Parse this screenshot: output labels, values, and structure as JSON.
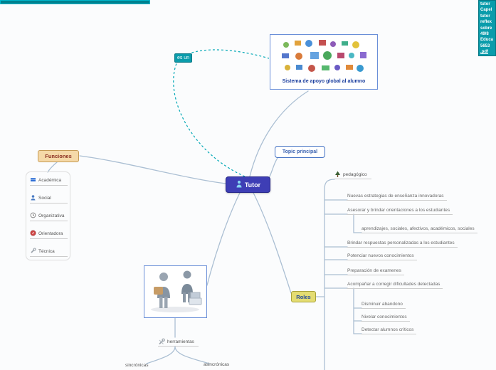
{
  "attachment": {
    "lines": [
      "tutor",
      "Capel",
      "tutor",
      "reflex",
      "sobre",
      "49/8",
      "Educa",
      "5653",
      ".pdf"
    ]
  },
  "nodes": {
    "tutor": {
      "label": "Tutor"
    },
    "relation": {
      "label": "es un"
    },
    "system": {
      "caption": "Sistema de apoyo global al alumno"
    },
    "topic": {
      "label": "Topic principal"
    },
    "funciones": {
      "label": "Funciones",
      "items": [
        {
          "label": "Académica",
          "icon": "book-icon"
        },
        {
          "label": "Social",
          "icon": "person-icon"
        },
        {
          "label": "Organizativa",
          "icon": "clock-icon"
        },
        {
          "label": "Orientadora",
          "icon": "compass-icon"
        },
        {
          "label": "Técnica",
          "icon": "wrench-icon"
        }
      ]
    },
    "roles": {
      "label": "Roles",
      "category": {
        "label": "pedagógico",
        "icon": "tree-icon"
      },
      "items": [
        {
          "text": "Nuevas estrategias  de enseñanza innovadoras"
        },
        {
          "text": "Asesorar y brindar orientaciones a los estudiantes"
        },
        {
          "text": "aprendizajes, sociales, afectivos, académicos, sociales"
        },
        {
          "text": "Brindar respuestas personalizadas a los estudiantes"
        },
        {
          "text": "Potenciar nuevos conocimientos"
        },
        {
          "text": "Preparación de examenes"
        },
        {
          "text": "Acompañar a corregir dificultades detectadas"
        },
        {
          "text": "Disminuir abandono"
        },
        {
          "text": "Nivelar conocimientos"
        },
        {
          "text": "Detectar alumnos críticos"
        }
      ]
    },
    "herramientas": {
      "label": "herramientas",
      "icon": "tools-icon",
      "children": [
        {
          "label": "sincrónicas"
        },
        {
          "label": "asincrónicas"
        }
      ]
    }
  },
  "colors": {
    "accent_teal": "#0a9cab",
    "central_node_blue": "#3e3eb5",
    "connector_gray": "#abbfd3",
    "relation_dashed_teal": "#00a7b5",
    "funciones_fill": "#f5d9a8",
    "roles_fill": "#e4dc72"
  }
}
